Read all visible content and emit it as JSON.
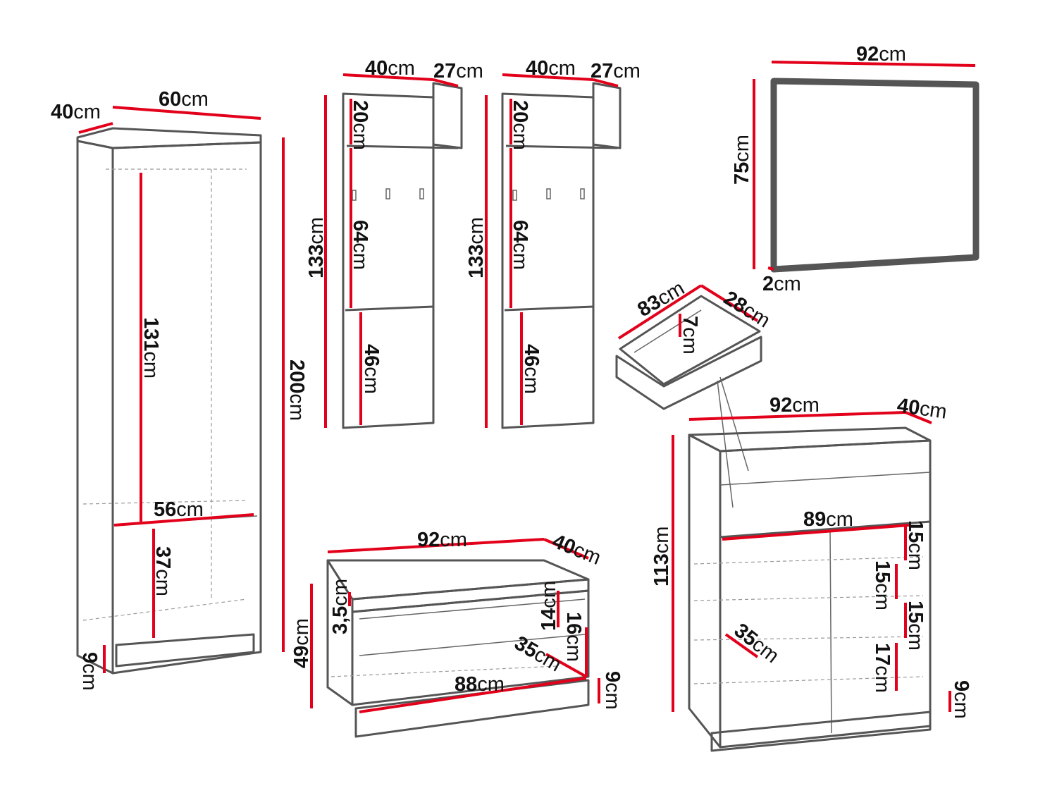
{
  "diagram": {
    "wardrobe": {
      "depth": {
        "num": "40",
        "unit": "cm"
      },
      "width": {
        "num": "60",
        "unit": "cm"
      },
      "height": {
        "num": "200",
        "unit": "cm"
      },
      "upper_inner": {
        "num": "131",
        "unit": "cm"
      },
      "shelf_width": {
        "num": "56",
        "unit": "cm"
      },
      "lower_inner": {
        "num": "37",
        "unit": "cm"
      },
      "feet": {
        "num": "9",
        "unit": "cm"
      }
    },
    "coat_panel_left": {
      "width": {
        "num": "40",
        "unit": "cm"
      },
      "shelf_depth": {
        "num": "27",
        "unit": "cm"
      },
      "height": {
        "num": "133",
        "unit": "cm"
      },
      "top_gap": {
        "num": "20",
        "unit": "cm"
      },
      "middle": {
        "num": "64",
        "unit": "cm"
      },
      "lower": {
        "num": "46",
        "unit": "cm"
      }
    },
    "coat_panel_right": {
      "width": {
        "num": "40",
        "unit": "cm"
      },
      "shelf_depth": {
        "num": "27",
        "unit": "cm"
      },
      "height": {
        "num": "133",
        "unit": "cm"
      },
      "top_gap": {
        "num": "20",
        "unit": "cm"
      },
      "middle": {
        "num": "64",
        "unit": "cm"
      },
      "lower": {
        "num": "46",
        "unit": "cm"
      }
    },
    "mirror": {
      "width": {
        "num": "92",
        "unit": "cm"
      },
      "height": {
        "num": "75",
        "unit": "cm"
      },
      "depth": {
        "num": "2",
        "unit": "cm"
      }
    },
    "drawer": {
      "width": {
        "num": "83",
        "unit": "cm"
      },
      "depth": {
        "num": "28",
        "unit": "cm"
      },
      "height": {
        "num": "7",
        "unit": "cm"
      }
    },
    "bench": {
      "width": {
        "num": "92",
        "unit": "cm"
      },
      "depth": {
        "num": "40",
        "unit": "cm"
      },
      "height": {
        "num": "49",
        "unit": "cm"
      },
      "top": {
        "num": "3,5",
        "unit": "cm"
      },
      "drawer_front": {
        "num": "14",
        "unit": "cm"
      },
      "inner_height": {
        "num": "16",
        "unit": "cm"
      },
      "inner_depth": {
        "num": "35",
        "unit": "cm"
      },
      "inner_width": {
        "num": "88",
        "unit": "cm"
      },
      "feet": {
        "num": "9",
        "unit": "cm"
      }
    },
    "shoe_cabinet": {
      "width": {
        "num": "92",
        "unit": "cm"
      },
      "depth": {
        "num": "40",
        "unit": "cm"
      },
      "height": {
        "num": "113",
        "unit": "cm"
      },
      "inner_width": {
        "num": "89",
        "unit": "cm"
      },
      "shelf1": {
        "num": "15",
        "unit": "cm"
      },
      "shelf2": {
        "num": "15",
        "unit": "cm"
      },
      "shelf3": {
        "num": "15",
        "unit": "cm"
      },
      "shelf4": {
        "num": "17",
        "unit": "cm"
      },
      "inner_depth": {
        "num": "35",
        "unit": "cm"
      },
      "feet": {
        "num": "9",
        "unit": "cm"
      }
    }
  }
}
